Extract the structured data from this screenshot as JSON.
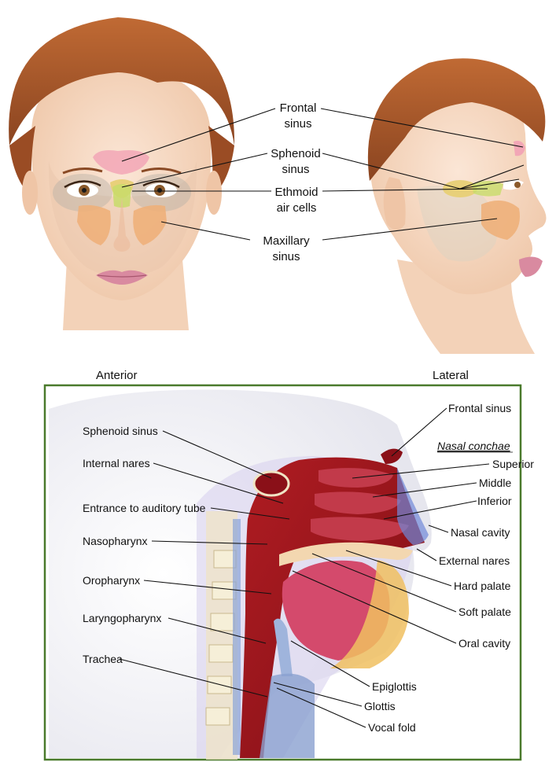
{
  "sinus_labels": {
    "frontal": [
      "Frontal",
      "sinus"
    ],
    "sphenoid": [
      "Sphenoid",
      "sinus"
    ],
    "ethmoid": [
      "Ethmoid",
      "air cells"
    ],
    "maxillary": [
      "Maxillary",
      "sinus"
    ]
  },
  "views": {
    "anterior": "Anterior",
    "lateral": "Lateral"
  },
  "section_labels": {
    "frontal_sinus": "Frontal sinus",
    "nasal_conchae": "Nasal conchae",
    "superior": "Superior",
    "middle": "Middle",
    "inferior": "Inferior",
    "nasal_cavity": "Nasal cavity",
    "external_nares": "External nares",
    "hard_palate": "Hard palate",
    "soft_palate": "Soft palate",
    "oral_cavity": "Oral cavity",
    "sphenoid_sinus": "Sphenoid sinus",
    "internal_nares": "Internal nares",
    "auditory_tube": "Entrance to auditory tube",
    "nasopharynx": "Nasopharynx",
    "oropharynx": "Oropharynx",
    "laryngopharynx": "Laryngopharynx",
    "trachea": "Trachea",
    "epiglottis": "Epiglottis",
    "glottis": "Glottis",
    "vocal_fold": "Vocal fold"
  },
  "colors": {
    "frame": "#4a7a2c",
    "frontal_sinus": "#f2a6b6",
    "sphenoid_sinus": "#e8d07a",
    "ethmoid": "#c8dc6a",
    "maxillary": "#eeb07a",
    "hair": "#a8572a",
    "skin": "#f7dcc6"
  }
}
